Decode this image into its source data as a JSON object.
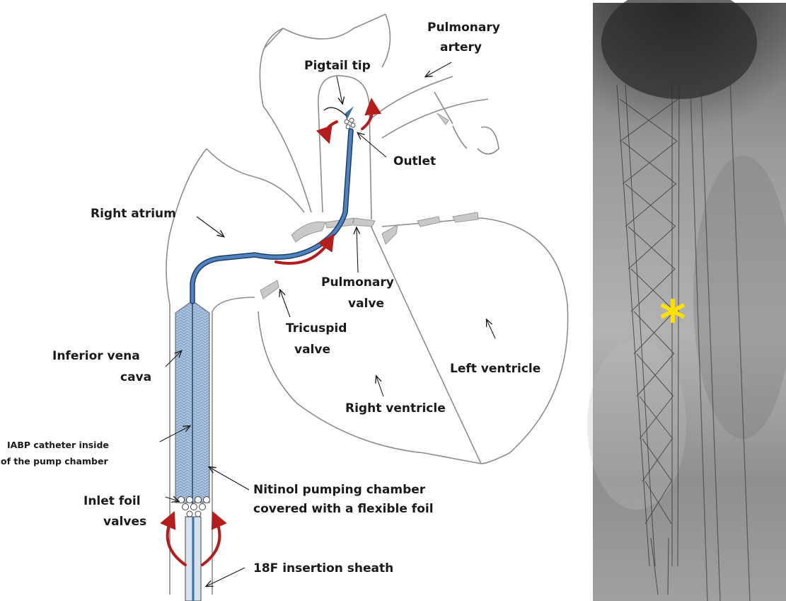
{
  "labels": {
    "pulmonary_artery_1": "Pulmonary",
    "pulmonary_artery_2": "artery",
    "pigtail_tip": "Pigtail tip",
    "outlet": "Outlet",
    "right_atrium": "Right atrium",
    "pulmonary_valve_1": "Pulmonary",
    "pulmonary_valve_2": "valve",
    "tricuspid_valve_1": "Tricuspid",
    "tricuspid_valve_2": "valve",
    "inferior_vena_cava_1": "Inferior vena",
    "inferior_vena_cava_2": "cava",
    "left_ventricle": "Left ventricle",
    "right_ventricle": "Right ventricle",
    "iabp_1": "IABP catheter inside",
    "iabp_2": "of the pump chamber",
    "nitinol_1": "Nitinol pumping chamber",
    "nitinol_2": "covered with a flexible foil",
    "inlet_1": "Inlet foil",
    "inlet_2": "valves",
    "sheath": "18F insertion sheath"
  },
  "fluoro": {
    "marker": "*"
  },
  "colors": {
    "catheter_blue": "#3c6ea6",
    "chamber_fill": "#a9c3df",
    "flow_arrow_red": "#b31d1d",
    "asterisk_yellow": "#ffe100",
    "heart_outline": "#8c8c8c"
  }
}
